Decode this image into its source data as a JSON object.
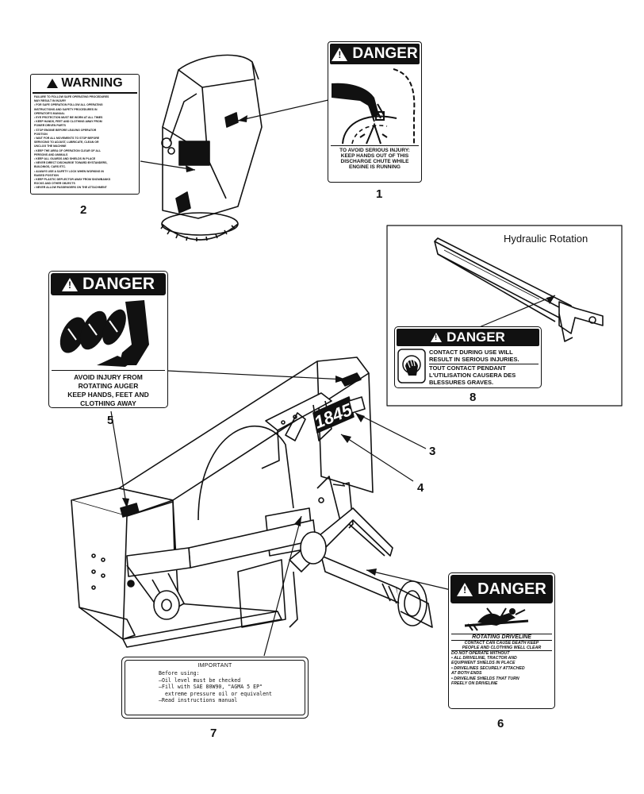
{
  "decal1": {
    "number": "1",
    "header": "DANGER",
    "lines": [
      "TO AVOID SERIOUS INJURY:",
      "KEEP HANDS OUT OF THIS",
      "DISCHARGE CHUTE WHILE",
      "ENGINE IS RUNNING"
    ]
  },
  "decal2": {
    "number": "2",
    "header": "WARNING",
    "lines": [
      "FAILURE TO FOLLOW SAFE OPERATING PROCEDURES",
      "MAY RESULT IN INJURY",
      "• FOR SAFE OPERATION FOLLOW ALL OPERATING",
      "INSTRUCTIONS AND SAFETY PROCEDURES IN",
      "OPERATOR'S MANUAL",
      "• EYE PROTECTION MUST BE WORN AT ALL TIMES",
      "• KEEP HANDS, FEET AND CLOTHING AWAY FROM",
      "POWER DRIVEN PARTS",
      "• STOP ENGINE BEFORE LEAVING OPERATOR",
      "POSITION",
      "• WAIT FOR ALL MOVEMENTS TO STOP BEFORE",
      "SERVICING TO ADJUST, LUBRICATE, CLEAN OR",
      "UNCLOG THE MACHINE",
      "• KEEP THE AREA OF OPERATION CLEAR OF ALL",
      "PERSONS AND ANIMALS",
      "• KEEP ALL GUARDS AND SHIELDS IN PLACE",
      "• NEVER DIRECT DISCHARGE TOWARD BYSTANDERS,",
      "BUILDINGS, CARS ETC.",
      "• ALWAYS USE A SAFETY LOCK WHEN WORKING IN",
      "RAISED POSITION",
      "• KEEP PLASTIC DEFLECTOR AWAY FROM SNOWBANKS",
      "ROCKS AND OTHER OBJECTS",
      "• NEVER ALLOW PASSENGERS ON THE ATTACHMENT"
    ]
  },
  "decal3": {
    "number": "3",
    "text": "1845"
  },
  "decal4": {
    "number": "4"
  },
  "decal5": {
    "number": "5",
    "header": "DANGER",
    "lines": [
      "AVOID INJURY FROM",
      "ROTATING AUGER",
      "KEEP HANDS, FEET AND",
      "CLOTHING AWAY"
    ]
  },
  "decal6": {
    "number": "6",
    "header": "DANGER",
    "subtitle": "ROTATING DRIVELINE",
    "lines": [
      "CONTACT CAN CAUSE DEATH KEEP",
      "PEOPLE AND CLOTHING WELL CLEAR"
    ],
    "notice": "DO NOT OPERATE WITHOUT",
    "bullets": [
      "• ALL DRIVELINE, TRACTOR AND",
      "EQUIPMENT SHIELDS IN PLACE",
      "• DRIVELINES SECURELY ATTACHED",
      "AT BOTH ENDS",
      "• DRIVELINE SHIELDS THAT TURN",
      "FREELY ON DRIVELINE"
    ]
  },
  "decal7": {
    "number": "7",
    "title": "IMPORTANT",
    "lines": [
      "Before using:",
      "–Oil level must be checked",
      "–Fill with SAE 80W90, \"AGMA 5 EP\"",
      "extreme pressure oil or equivalent",
      "–Read instructions manual"
    ]
  },
  "decal8": {
    "number": "8",
    "inset_title": "Hydraulic Rotation",
    "header": "DANGER",
    "lines": [
      "CONTACT DURING USE WILL",
      "RESULT IN SERIOUS INJURIES.",
      "TOUT CONTACT PENDANT",
      "L'UTILISATION CAUSERA DES",
      "BLESSURES GRAVES."
    ]
  }
}
